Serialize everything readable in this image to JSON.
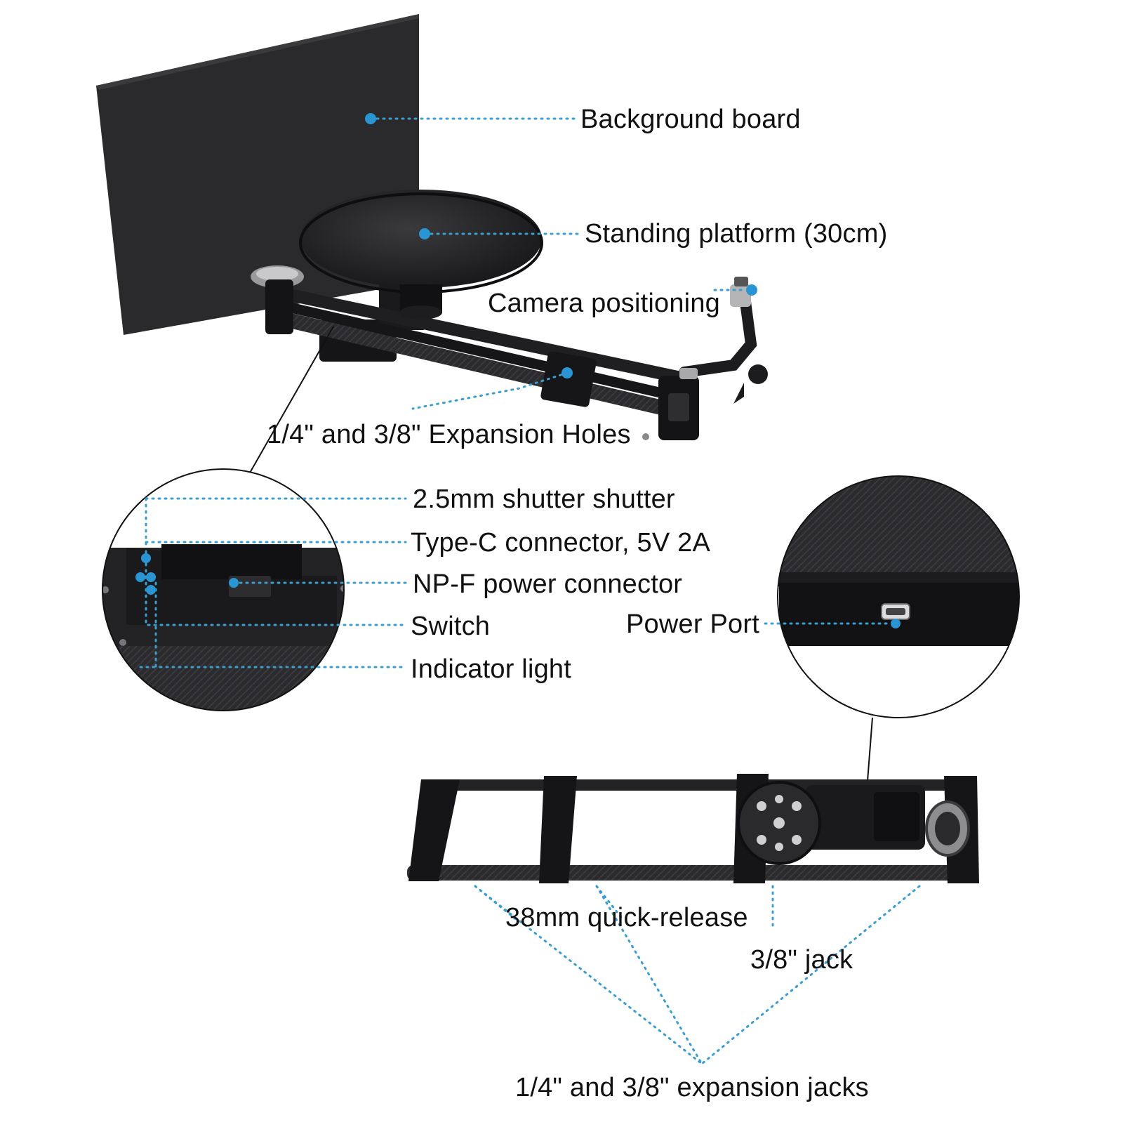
{
  "colors": {
    "accent_dot": "#2a95d3",
    "leader_line": "#3a9ecf",
    "label_text": "#111111",
    "equipment": "#1b1b1d"
  },
  "callouts": {
    "background_board": "Background board",
    "standing_platform": "Standing platform (30cm)",
    "camera_positioning": "Camera positioning",
    "expansion_holes": "1/4\" and 3/8\" Expansion Holes",
    "shutter": "2.5mm shutter shutter",
    "type_c": "Type-C connector, 5V 2A",
    "npf": "NP-F power connector",
    "switch": "Switch",
    "indicator": "Indicator light",
    "power_port": "Power Port",
    "quick_release": "38mm quick-release",
    "jack_38": "3/8\" jack",
    "expansion_jacks": "1/4\" and 3/8\" expansion jacks"
  }
}
